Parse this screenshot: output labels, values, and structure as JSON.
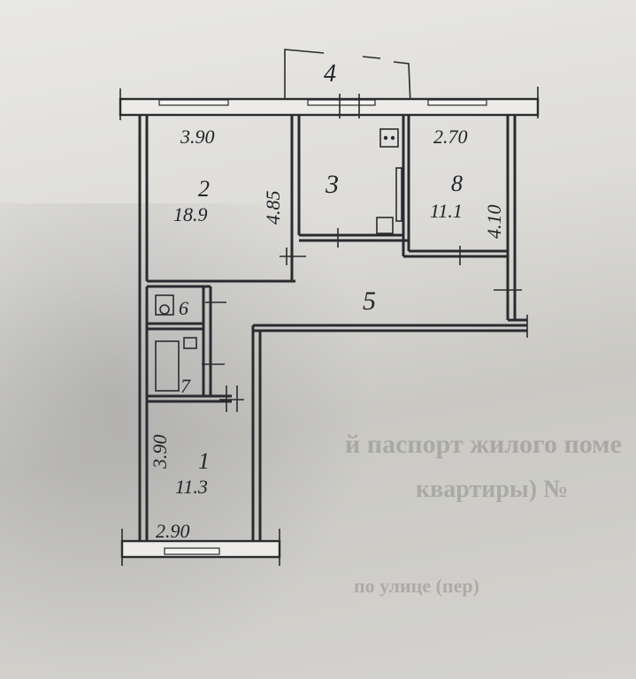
{
  "rooms": [
    {
      "id": "1",
      "number": "1",
      "area": "11.3"
    },
    {
      "id": "2",
      "number": "2",
      "area": "18.9"
    },
    {
      "id": "3",
      "number": "3"
    },
    {
      "id": "4",
      "number": "4"
    },
    {
      "id": "5",
      "number": "5"
    },
    {
      "id": "6",
      "number": "6"
    },
    {
      "id": "7",
      "number": "7"
    },
    {
      "id": "8",
      "number": "8",
      "area": "11.1"
    }
  ],
  "dimensions": {
    "room2_width": "3.90",
    "room2_depth": "4.85",
    "room8_width": "2.70",
    "room8_depth": "4.10",
    "room1_depth": "3.90",
    "room1_width": "2.90"
  },
  "background_text": {
    "line1": "й паспорт жилого поме",
    "line2": "квартиры) №",
    "line3": "по улице (пер)"
  }
}
